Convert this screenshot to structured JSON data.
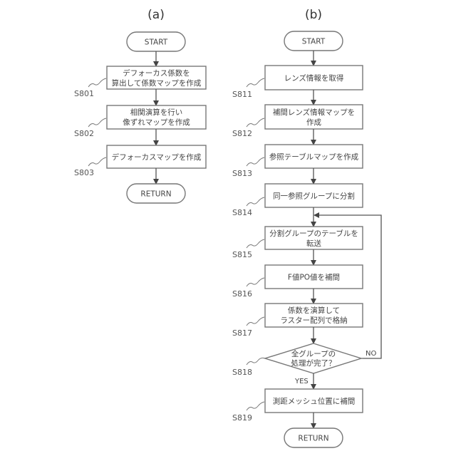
{
  "figures": [
    {
      "label": "(a)",
      "start": "START",
      "end": "RETURN",
      "steps": [
        {
          "id": "S801",
          "lines": [
            "デフォーカス係数を",
            "算出して係数マップを作成"
          ]
        },
        {
          "id": "S802",
          "lines": [
            "相関演算を行い",
            "像ずれマップを作成"
          ]
        },
        {
          "id": "S803",
          "lines": [
            "デフォーカスマップを作成"
          ]
        }
      ]
    },
    {
      "label": "(b)",
      "start": "START",
      "end": "RETURN",
      "steps": [
        {
          "id": "S811",
          "lines": [
            "レンズ情報を取得"
          ]
        },
        {
          "id": "S812",
          "lines": [
            "補間レンズ情報マップを",
            "作成"
          ]
        },
        {
          "id": "S813",
          "lines": [
            "参照テーブルマップを作成"
          ]
        },
        {
          "id": "S814",
          "lines": [
            "同一参照グループに分割"
          ]
        },
        {
          "id": "S815",
          "lines": [
            "分割グループのテーブルを",
            "転送"
          ]
        },
        {
          "id": "S816",
          "lines": [
            "F値PO値を補間"
          ]
        },
        {
          "id": "S817",
          "lines": [
            "係数を演算して",
            "ラスター配列で格納"
          ]
        },
        {
          "id": "S818",
          "lines": [
            "全グループの",
            "処理が完了？"
          ],
          "type": "decision",
          "yes": "YES",
          "no": "NO"
        },
        {
          "id": "S819",
          "lines": [
            "測距メッシュ位置に補間"
          ]
        }
      ]
    }
  ]
}
